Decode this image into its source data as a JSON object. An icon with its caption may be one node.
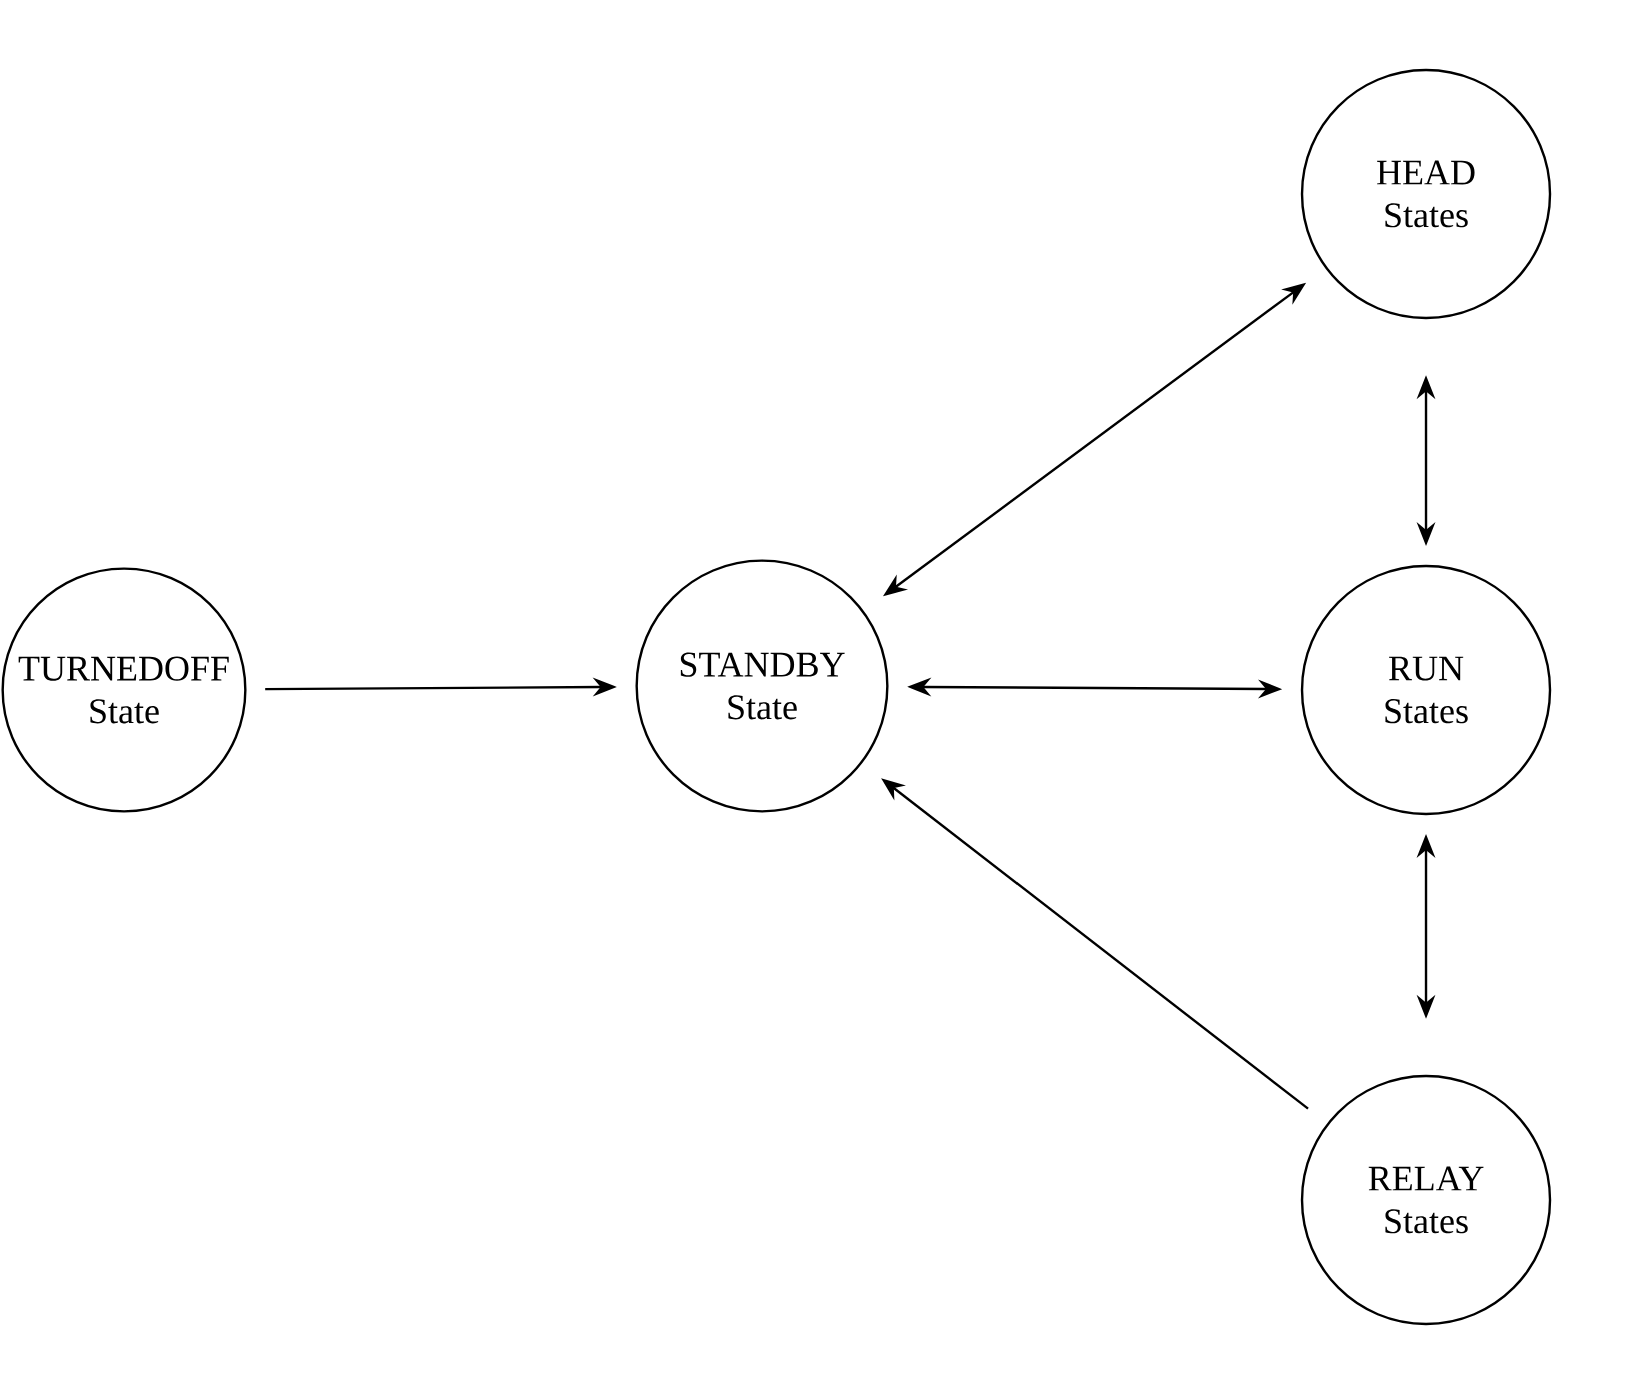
{
  "diagram": {
    "nodes": [
      {
        "text": [
          "TURNEDOFF",
          "State"
        ]
      },
      {
        "text": [
          "STANDBY",
          "State"
        ]
      },
      {
        "text": [
          "HEAD",
          "States"
        ]
      },
      {
        "text": [
          "RUN",
          "States"
        ]
      },
      {
        "text": [
          "RELAY",
          "States"
        ]
      }
    ],
    "edges": [
      {
        "from": 0,
        "to": 1,
        "arrow": "to"
      },
      {
        "from": 1,
        "to": 2,
        "arrow": "both"
      },
      {
        "from": 1,
        "to": 3,
        "arrow": "both"
      },
      {
        "from": 2,
        "to": 3,
        "arrow": "both"
      },
      {
        "from": 3,
        "to": 4,
        "arrow": "both"
      },
      {
        "from": 4,
        "to": 1,
        "arrow": "to"
      }
    ]
  }
}
